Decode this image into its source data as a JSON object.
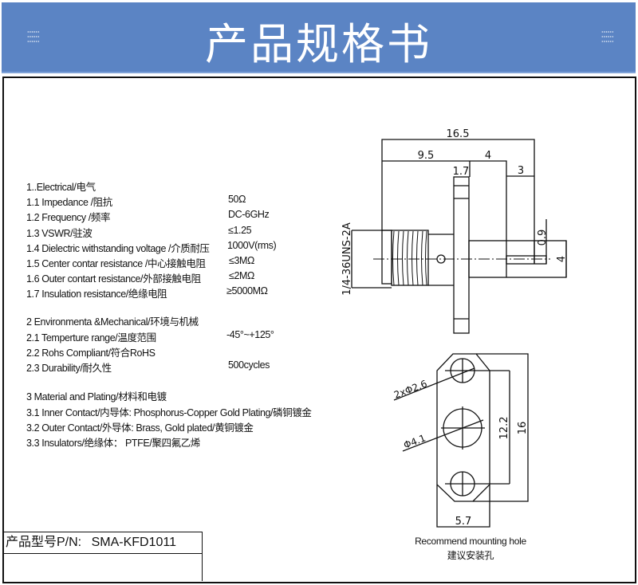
{
  "header": {
    "title": "产品规格书"
  },
  "specs": {
    "electrical": {
      "heading": "1..Electrical/电气",
      "items": [
        {
          "label": "1.1 Impedance  /阻抗",
          "value": "50Ω"
        },
        {
          "label": "1.2 Frequency /频率",
          "value": "DC-6GHz"
        },
        {
          "label": "1.3 VSWR/驻波",
          "value": "≤1.25"
        },
        {
          "label": "1.4 Dielectric withstanding voltage /介质耐压",
          "value": "1000V(rms)"
        },
        {
          "label": "1.5 Center contar resistance /中心接触电阻",
          "value": "≤3MΩ"
        },
        {
          "label": "1.6 Outer contart resistance/外部接触电阻",
          "value": "≤2MΩ"
        },
        {
          "label": "1.7 Insulation  resistance/绝缘电阻",
          "value": "≥5000MΩ"
        }
      ]
    },
    "mechanical": {
      "heading": "2 Environmenta &Mechanical/环境与机械",
      "items": [
        {
          "label": "2.1 Temperture range/温度范围",
          "value": "-45°~+125°"
        },
        {
          "label": "2.2 Rohs Compliant/符合RoHS",
          "value": ""
        },
        {
          "label": "2.3 Durability/耐久性",
          "value": "500cycles"
        }
      ]
    },
    "material": {
      "heading": "3 Material and Plating/材料和电镀",
      "items": [
        "3.1 Inner Contact/内导体:  Phosphorus-Copper Gold Plating/磷铜镀金",
        "3.2 Outer Contact/外导体: Brass, Gold plated/黄铜镀金",
        "3.3 Insulators/绝缘体：  PTFE/聚四氟乙烯"
      ]
    }
  },
  "part_number": {
    "label": "产品型号P/N:",
    "value": "SMA-KFD1011"
  },
  "drawing": {
    "side_view": {
      "dim_overall": "16.5",
      "dim_body": "9.5",
      "dim_rear": "4",
      "dim_pin": "3",
      "dim_flange": "1.7",
      "dim_pin_dia": "0.9",
      "dim_rear_dia": "4",
      "thread_spec": "1/4-36UNS-2A"
    },
    "mounting_hole": {
      "dim_small_holes": "2xΦ2.6",
      "dim_center_hole": "Φ4.1",
      "dim_hole_spacing": "12.2",
      "dim_height": "16",
      "dim_width": "5.7",
      "caption_en": "Recommend mounting hole",
      "caption_cn": "建议安装孔"
    }
  }
}
